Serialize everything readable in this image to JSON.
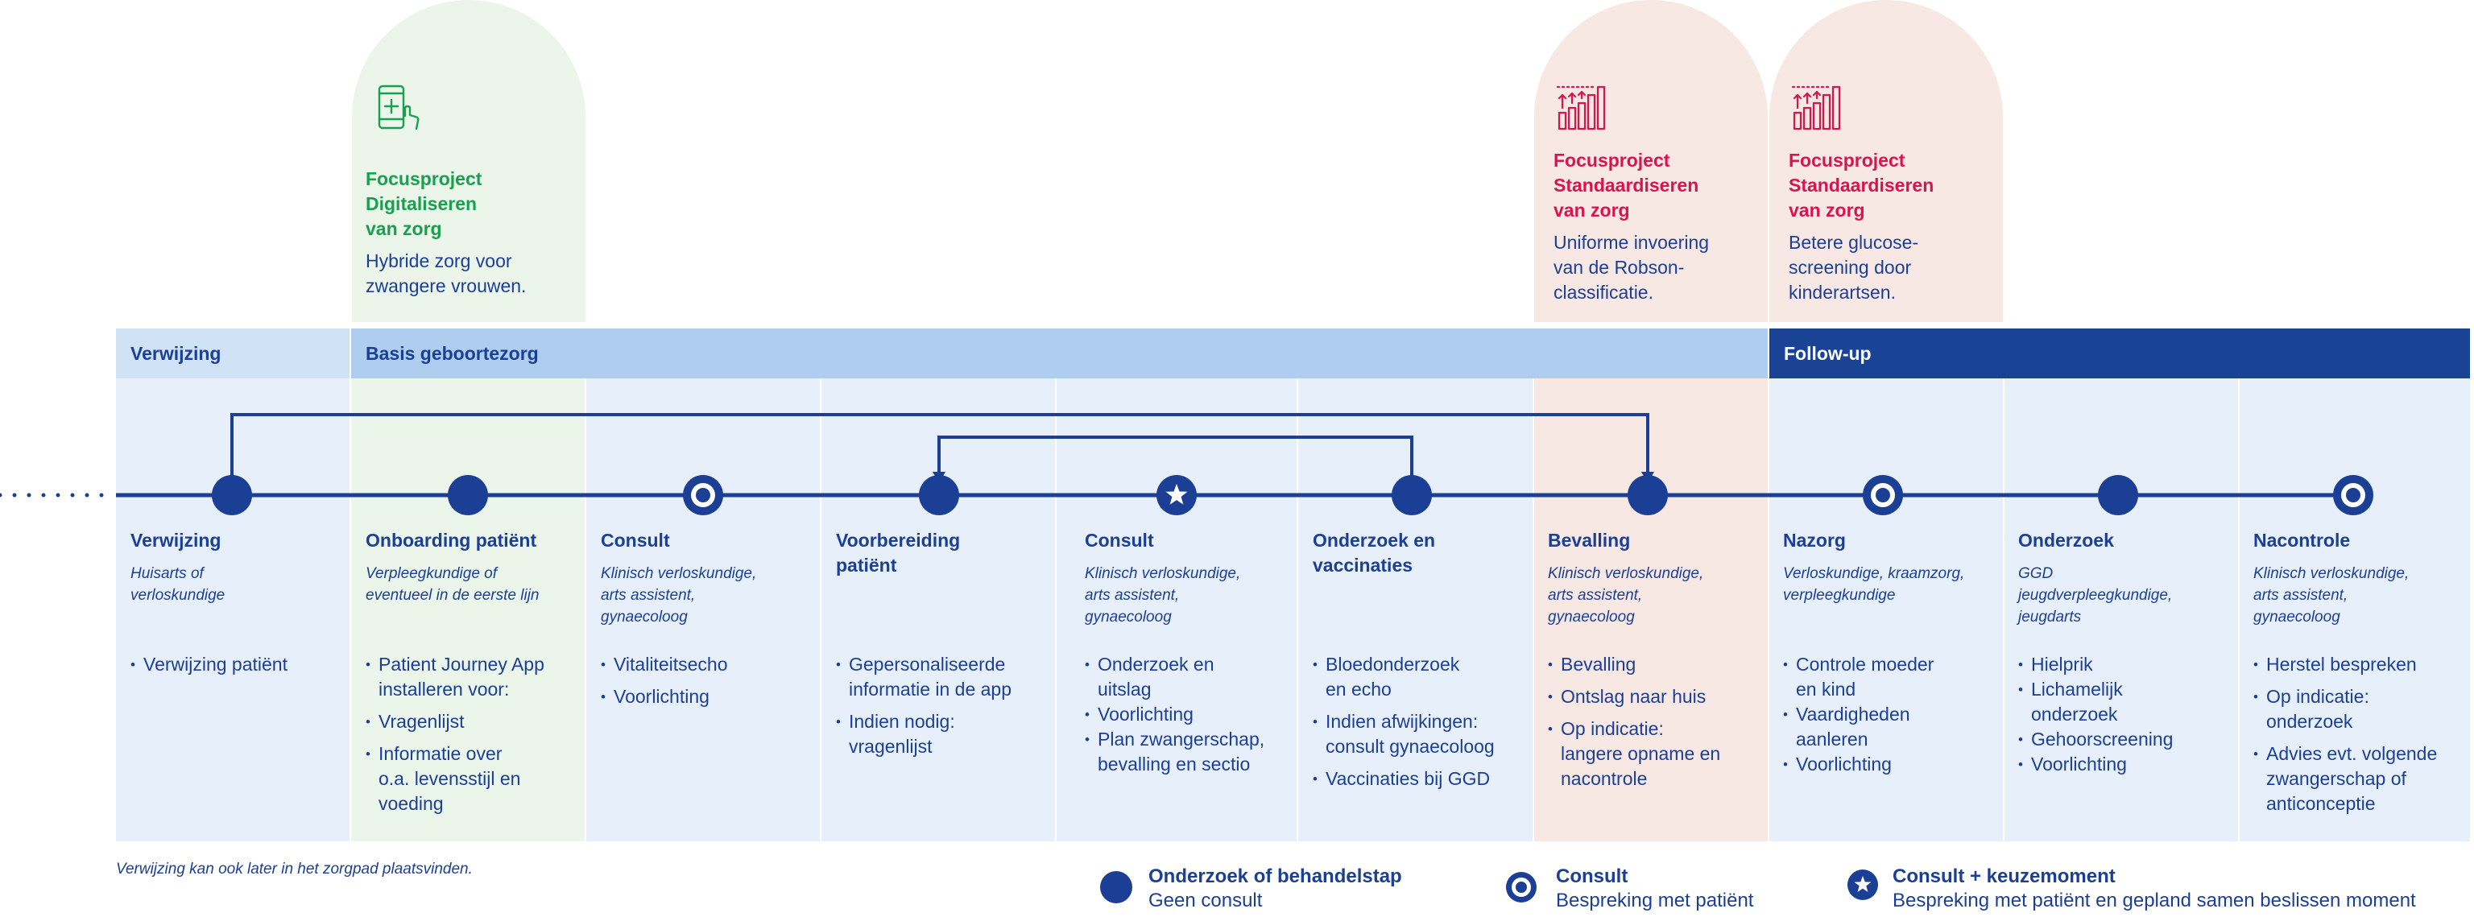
{
  "colors": {
    "navy": "#1b3f94",
    "light_blue_band": "#aecdef",
    "verwijzing_band": "#d0e2f6",
    "follow_band": "#1a4396",
    "column_bg": "#e7f0fa",
    "green_arch": "#ebf5ea",
    "pink_arch": "#f8e8e4",
    "green_text": "#18a04e",
    "pink_text": "#d8144f"
  },
  "focus": [
    {
      "title": "Focusproject\nDigitaliseren\nvan zorg",
      "desc": "Hybride zorg voor\nzwangere vrouwen.",
      "icon": "phone-health-icon"
    },
    {
      "title": "Focusproject\nStandaardiseren\nvan zorg",
      "desc": "Uniforme invoering\nvan de Robson-\nclassificatie.",
      "icon": "bar-chart-arrows-icon"
    },
    {
      "title": "Focusproject\nStandaardiseren\nvan zorg",
      "desc": "Betere glucose-\nscreening door\nkinderartsen.",
      "icon": "bar-chart-arrows-icon"
    }
  ],
  "phases": [
    {
      "label": "Verwijzing"
    },
    {
      "label": "Basis geboortezorg"
    },
    {
      "label": "Follow-up"
    }
  ],
  "steps": [
    {
      "title": "Verwijzing",
      "sub": "Huisarts of\nverloskundige",
      "node": "filled",
      "bullets": [
        "Verwijzing patiënt"
      ]
    },
    {
      "title": "Onboarding patiënt",
      "sub": "Verpleegkundige of\neventueel in de eerste lijn",
      "node": "filled",
      "bullets": [
        "Patient Journey App\ninstalleren voor:",
        "Vragenlijst",
        "Informatie over\no.a. levensstijl en\nvoeding"
      ]
    },
    {
      "title": "Consult",
      "sub": "Klinisch verloskundige,\narts assistent,\ngynaecoloog",
      "node": "ring",
      "bullets": [
        "Vitaliteitsecho",
        "Voorlichting"
      ]
    },
    {
      "title": "Voorbereiding\npatiënt",
      "sub": "",
      "node": "filled",
      "bullets": [
        "Gepersonaliseerde\ninformatie in de app",
        "Indien nodig:\nvragenlijst"
      ]
    },
    {
      "title": "Consult",
      "sub": "Klinisch verloskundige,\narts assistent,\ngynaecoloog",
      "node": "star",
      "bullets": [
        "Onderzoek en\nuitslag",
        "Voorlichting",
        "Plan zwangerschap,\nbevalling en sectio"
      ]
    },
    {
      "title": "Onderzoek en\nvaccinaties",
      "sub": "",
      "node": "filled",
      "bullets": [
        "Bloedonderzoek\nen echo",
        "Indien afwijkingen:\nconsult gynaecoloog",
        "Vaccinaties bij GGD"
      ]
    },
    {
      "title": "Bevalling",
      "sub": "Klinisch verloskundige,\narts assistent,\ngynaecoloog",
      "node": "filled",
      "bullets": [
        "Bevalling",
        "Ontslag naar huis",
        "Op indicatie:\nlangere opname en\nnacontrole"
      ]
    },
    {
      "title": "Nazorg",
      "sub": "Verloskundige, kraamzorg,\nverpleegkundige",
      "node": "ring",
      "bullets": [
        "Controle moeder\nen kind",
        "Vaardigheden\naanleren",
        "Voorlichting"
      ]
    },
    {
      "title": "Onderzoek",
      "sub": "GGD\njeugdverpleegkundige,\njeugdarts",
      "node": "filled",
      "bullets": [
        "Hielprik",
        "Lichamelijk\nonderzoek",
        "Gehoorscreening",
        "Voorlichting"
      ]
    },
    {
      "title": "Nacontrole",
      "sub": "Klinisch verloskundige,\narts assistent,\ngynaecoloog",
      "node": "ring",
      "bullets": [
        "Herstel bespreken",
        "Op indicatie:\nonderzoek",
        "Advies evt. volgende\nzwangerschap of\nanticonceptie"
      ]
    }
  ],
  "footnote": "Verwijzing kan ook later in het zorgpad plaatsvinden.",
  "legend": [
    {
      "title": "Onderzoek of behandelstap",
      "sub": "Geen consult",
      "icon": "filled-dot-icon"
    },
    {
      "title": "Consult",
      "sub": "Bespreking met patiënt",
      "icon": "ring-dot-icon"
    },
    {
      "title": "Consult + keuzemoment",
      "sub": "Bespreking met patiënt en gepland samen beslissen moment",
      "icon": "star-dot-icon"
    }
  ]
}
